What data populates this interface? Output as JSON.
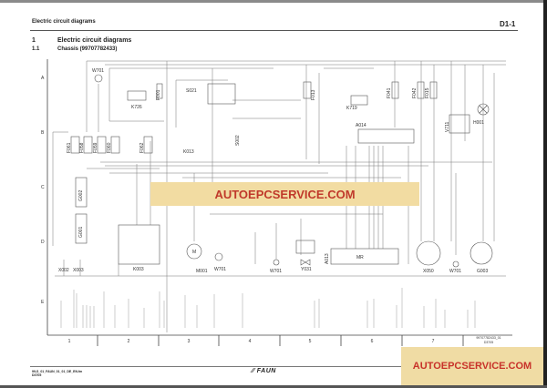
{
  "header": {
    "section": "Electric circuit diagrams",
    "page_id": "D1-1"
  },
  "headings": {
    "h1_num": "1",
    "h1": "Electric circuit diagrams",
    "h2_num": "1.1",
    "h2": "Chassis (99707782433)"
  },
  "rows": [
    "A",
    "B",
    "C",
    "D",
    "E"
  ],
  "columns": [
    "1",
    "2",
    "3",
    "4",
    "5",
    "6",
    "7"
  ],
  "drawing_no": {
    "line1": "99707782433_01",
    "line2": "D3705"
  },
  "components": [
    "W701",
    "K726",
    "F001",
    "S021",
    "K013",
    "S002",
    "F013",
    "K719",
    "A014",
    "F041",
    "F042",
    "F015",
    "V711",
    "H001",
    "F061",
    "F058",
    "F059",
    "F060",
    "F062",
    "G002",
    "G001",
    "X002",
    "X003",
    "K003",
    "M001",
    "W701",
    "W701",
    "Y031",
    "A013",
    "MR",
    "X050",
    "W701",
    "G003",
    "M"
  ],
  "watermark": "AUTOEPCSERVICE.COM",
  "watermark_bottom": "AUTOEPCSERVICE.COM",
  "footer": {
    "doc_code": "99-S_01_FAUN_01_01_DE_EN.fm",
    "doc_sub": "D3705",
    "logo": "FAUN"
  },
  "colors": {
    "banner": "#f2dca2",
    "watermark_text": "#c0392b"
  }
}
